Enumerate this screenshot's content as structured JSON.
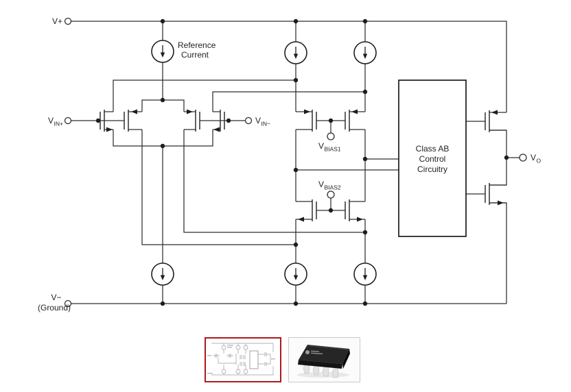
{
  "diagram": {
    "power": {
      "v_plus": "V+",
      "v_minus": "V−",
      "v_minus_note": "(Ground)"
    },
    "reference_current": {
      "line1": "Reference",
      "line2": "Current"
    },
    "inputs": {
      "vin_plus": {
        "base": "V",
        "sub": "IN+"
      },
      "vin_minus": {
        "base": "V",
        "sub": "IN−"
      }
    },
    "bias": {
      "vbias1": {
        "base": "V",
        "sub": "BIAS1"
      },
      "vbias2": {
        "base": "V",
        "sub": "BIAS2"
      }
    },
    "output": {
      "vo": {
        "base": "V",
        "sub": "O"
      }
    },
    "class_ab_box": {
      "line1": "Class AB",
      "line2": "Control",
      "line3": "Circuitry"
    }
  },
  "thumbnails": {
    "items": [
      {
        "name": "block-diagram-thumbnail",
        "selected": true
      },
      {
        "name": "package-photo-thumbnail",
        "selected": false
      }
    ]
  },
  "colors": {
    "wire": "#2e2e2e",
    "selected_thumbnail_border": "#b01818",
    "chip_body": "#1f1f1f",
    "chip_leads": "#e2e2e2"
  }
}
